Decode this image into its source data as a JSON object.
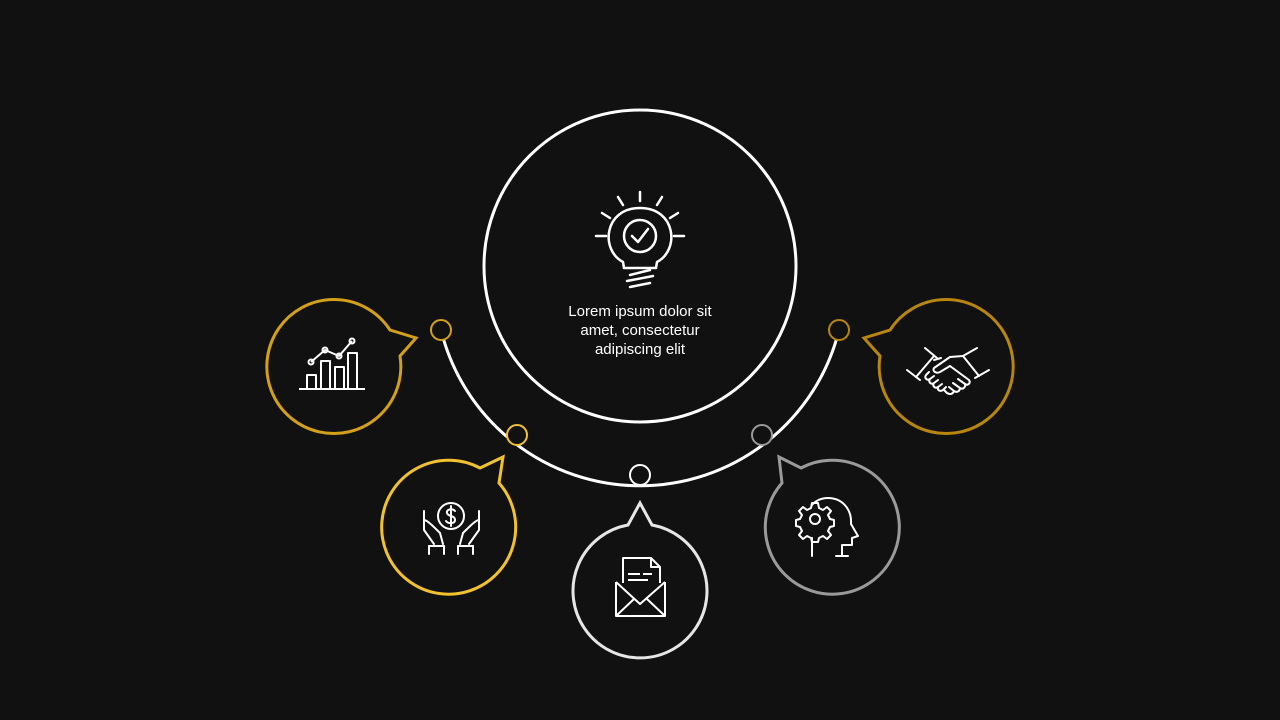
{
  "slide": {
    "background": "#111111",
    "center": {
      "text_lines": [
        "Lorem ipsum dolor sit",
        "amet, consectetur",
        "adipiscing elit"
      ],
      "icon": "lightbulb-check-icon",
      "color": "#ffffff"
    },
    "arc_color": "#ffffff",
    "nodes": [
      {
        "id": "chart",
        "icon": "bar-chart-trend-icon",
        "color": "#d4a017"
      },
      {
        "id": "money",
        "icon": "hands-dollar-icon",
        "color": "#f2c12e"
      },
      {
        "id": "mail",
        "icon": "envelope-document-icon",
        "color": "#e6e6e6"
      },
      {
        "id": "mind",
        "icon": "head-gear-icon",
        "color": "#9a9a9a"
      },
      {
        "id": "deal",
        "icon": "handshake-icon",
        "color": "#b8860b"
      }
    ]
  }
}
